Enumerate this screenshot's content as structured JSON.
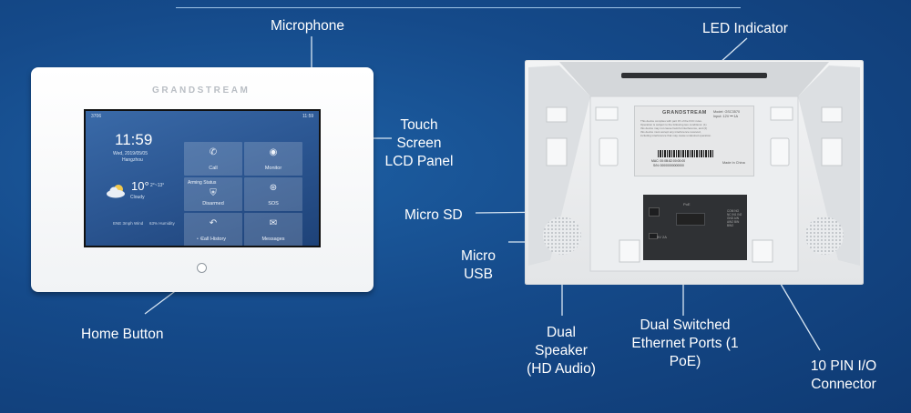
{
  "labels": {
    "microphone": "Microphone",
    "touch_screen": [
      "Touch",
      "Screen",
      "LCD Panel"
    ],
    "home_button": "Home Button",
    "led_indicator": "LED Indicator",
    "micro_sd": "Micro SD",
    "micro_usb": [
      "Micro",
      "USB"
    ],
    "dual_speaker": [
      "Dual",
      "Speaker",
      "(HD Audio)"
    ],
    "ethernet": [
      "Dual Switched",
      "Ethernet Ports (1",
      "PoE)"
    ],
    "io_connector": [
      "10 PIN I/O",
      "Connector"
    ]
  },
  "front_device": {
    "brand": "GRANDSTREAM",
    "status_left": "3706",
    "status_right": "11:59",
    "clock": "11:59",
    "date": "Wed, 2019/05/05",
    "city": "Hangzhou",
    "temperature": "10°",
    "temp_unit": "c",
    "temp_range": "2°~13°",
    "condition": "Cloudy",
    "wind": "ENE 3mph Wind",
    "humidity": "63% Humidity",
    "arming_status": "Arming Status",
    "tiles": [
      {
        "label": "Call",
        "icon": "phone-icon"
      },
      {
        "label": "Monitor",
        "icon": "camera-icon"
      },
      {
        "label": "Disarmed",
        "icon": "shield-icon"
      },
      {
        "label": "SOS",
        "icon": "sos-icon"
      },
      {
        "label": "Call History",
        "icon": "call-history-icon"
      },
      {
        "label": "Messages",
        "icon": "message-icon"
      }
    ]
  },
  "back_device": {
    "sticker_brand": "GRANDSTREAM",
    "model": "Model: GSC3570",
    "input": "Input: 12V ⎓ 1A",
    "made_in": "Made In China",
    "sticker_text": "This device complies with part 15 of the FCC rules. Operation is subject to the following two conditions: (1) this device may not cause harmful interference, and (2) this device must accept any interference received, including interference that may cause undesired operation.",
    "mac": "MAC: 00:0B:82:00:00:00",
    "serial": "S/N: 00000000000000",
    "port_poe": "PoE",
    "port_com": "COM NO NC IN1 IN2 GND AIN AIN2 BIN BIN2",
    "port_usb": "5V 2A"
  }
}
